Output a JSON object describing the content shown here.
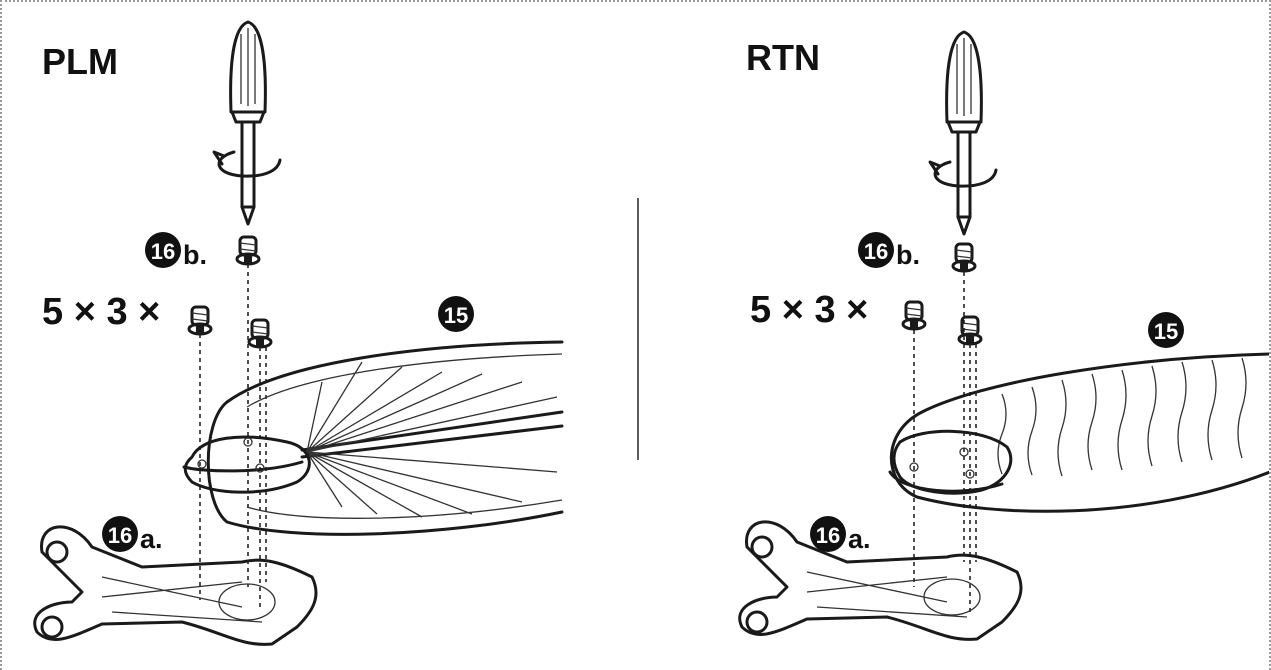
{
  "panels": [
    {
      "title": "PLM",
      "quantity": "5 × 3 ×",
      "part_main": "15",
      "part_screws": "16",
      "screws_suffix": "b.",
      "part_bracket": "16",
      "bracket_suffix": "a.",
      "blade_pattern": "radial-lines"
    },
    {
      "title": "RTN",
      "quantity": "5 × 3 ×",
      "part_main": "15",
      "part_screws": "16",
      "screws_suffix": "b.",
      "part_bracket": "16",
      "bracket_suffix": "a.",
      "blade_pattern": "wavy-lines"
    }
  ],
  "colors": {
    "ink": "#1a1a1a",
    "badge_fill": "#111111",
    "background": "#ffffff",
    "border": "#9a9a9a"
  }
}
